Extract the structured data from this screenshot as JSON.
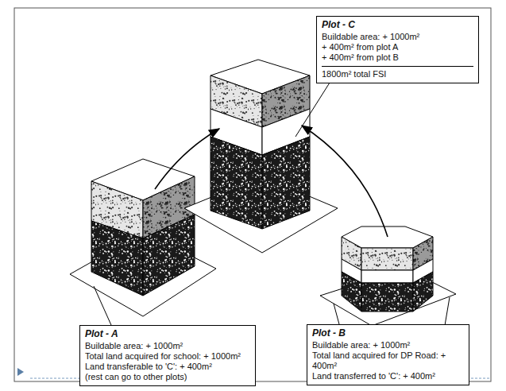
{
  "diagram": {
    "nodes": [
      {
        "text": [
          "Plot - C",
          "Buildable area: + 1000m²",
          "+ 400m² from plot A",
          "+ 400m² from plot B",
          "1800m² total FSI"
        ]
      },
      {
        "text": [
          "Plot - A",
          "Buildable area: + 1000m²",
          "Total land acquired for school: + 1000m²",
          "Land transferable to 'C': + 400m²",
          "(rest can go to other plots)"
        ]
      },
      {
        "text": [
          "Plot - B",
          "Buildable area: + 1000m²",
          "Total land acquired for DP Road: + 400m²",
          "Land transferred to 'C': + 400m²"
        ]
      }
    ]
  }
}
